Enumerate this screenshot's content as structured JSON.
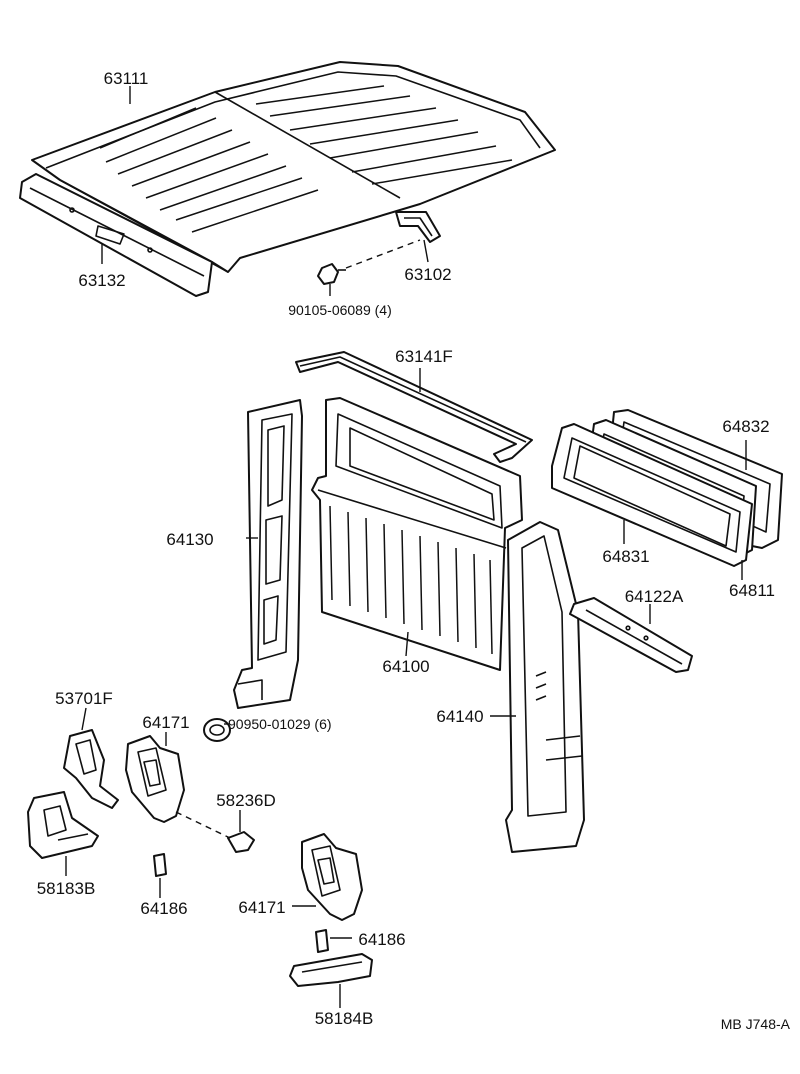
{
  "diagram": {
    "code": "MB  J748-A",
    "labels": {
      "roof_panel": "63111",
      "front_header": "63132",
      "roof_bow": "63102",
      "bolt": "90105-06089 (4)",
      "gutter_strip": "63141F",
      "center_pillar": "64130",
      "back_panel": "64100",
      "back_glass_frame": "64831",
      "back_glass_seal": "64832",
      "back_glass": "64811",
      "rear_reinforcement": "64122A",
      "rear_pillar": "64140",
      "plug": "90950-01029 (6)",
      "floor_bracket": "53701F",
      "lower_bracket_left": "64171",
      "clip": "58236D",
      "floor_panel_left": "58183B",
      "retainer_left": "64186",
      "lower_bracket_right": "64171",
      "retainer_right": "64186",
      "floor_panel_right": "58184B"
    }
  }
}
